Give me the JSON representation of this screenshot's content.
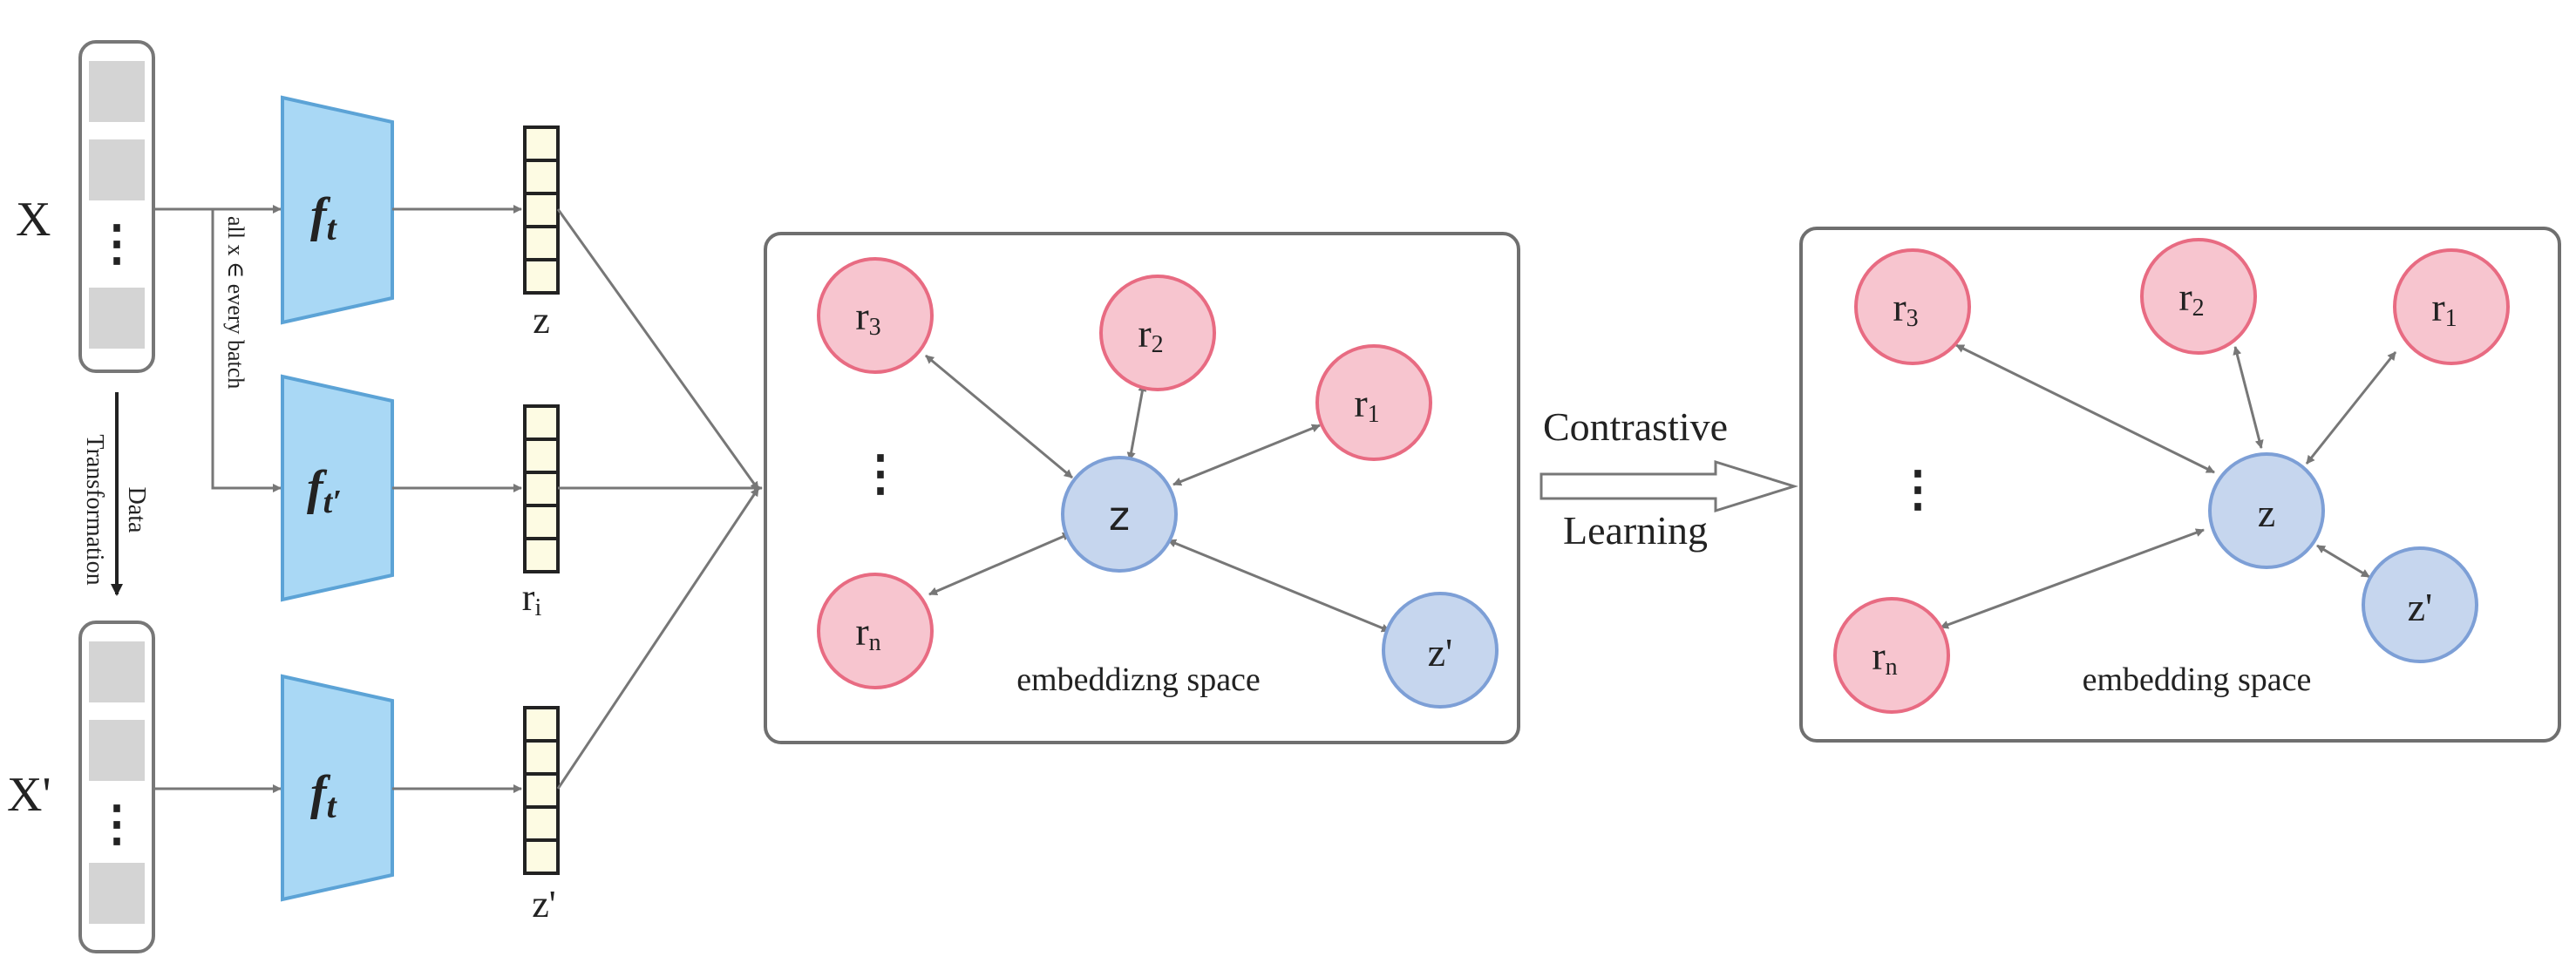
{
  "inputs": {
    "x_label": "X",
    "x_prime_label": "X'",
    "dots": "⋮"
  },
  "encoders": {
    "top_base": "f",
    "top_sub": "t",
    "mid_base": "f",
    "mid_sub": "t′",
    "bottom_base": "f",
    "bottom_sub": "t"
  },
  "vectors": {
    "z_label": "z",
    "ri_base": "r",
    "ri_sub": "i",
    "z_prime_label": "z'"
  },
  "annotations": {
    "batch_text": "all x ∈ every batch",
    "transform_line1": "Data",
    "transform_line2": "Transformation"
  },
  "left_space": {
    "caption": "embeddizng space",
    "center_label": "z",
    "z_prime": "z'",
    "r3_base": "r",
    "r3_sub": "3",
    "r2_base": "r",
    "r2_sub": "2",
    "r1_base": "r",
    "r1_sub": "1",
    "rn_base": "r",
    "rn_sub": "n",
    "dots": "⋮"
  },
  "transition": {
    "line1": "Contrastive",
    "line2": "Learning"
  },
  "right_space": {
    "caption": "embedding space",
    "center_label": "z",
    "z_prime": "z'",
    "r3_base": "r",
    "r3_sub": "3",
    "r2_base": "r",
    "r2_sub": "2",
    "r1_base": "r",
    "r1_sub": "1",
    "rn_base": "r",
    "rn_sub": "n",
    "dots": "⋮"
  },
  "colors": {
    "encoder_fill": "#a9d8f5",
    "encoder_stroke": "#5ca3d6",
    "vector_fill": "#fdfbe3",
    "neg_fill": "#f7c5cf",
    "neg_stroke": "#e86b82",
    "pos_fill": "#c6d6ee",
    "pos_stroke": "#7d9fd6",
    "arrow": "#777777",
    "box_stroke": "#6f6f6f",
    "cell_fill": "#d4d4d4"
  }
}
